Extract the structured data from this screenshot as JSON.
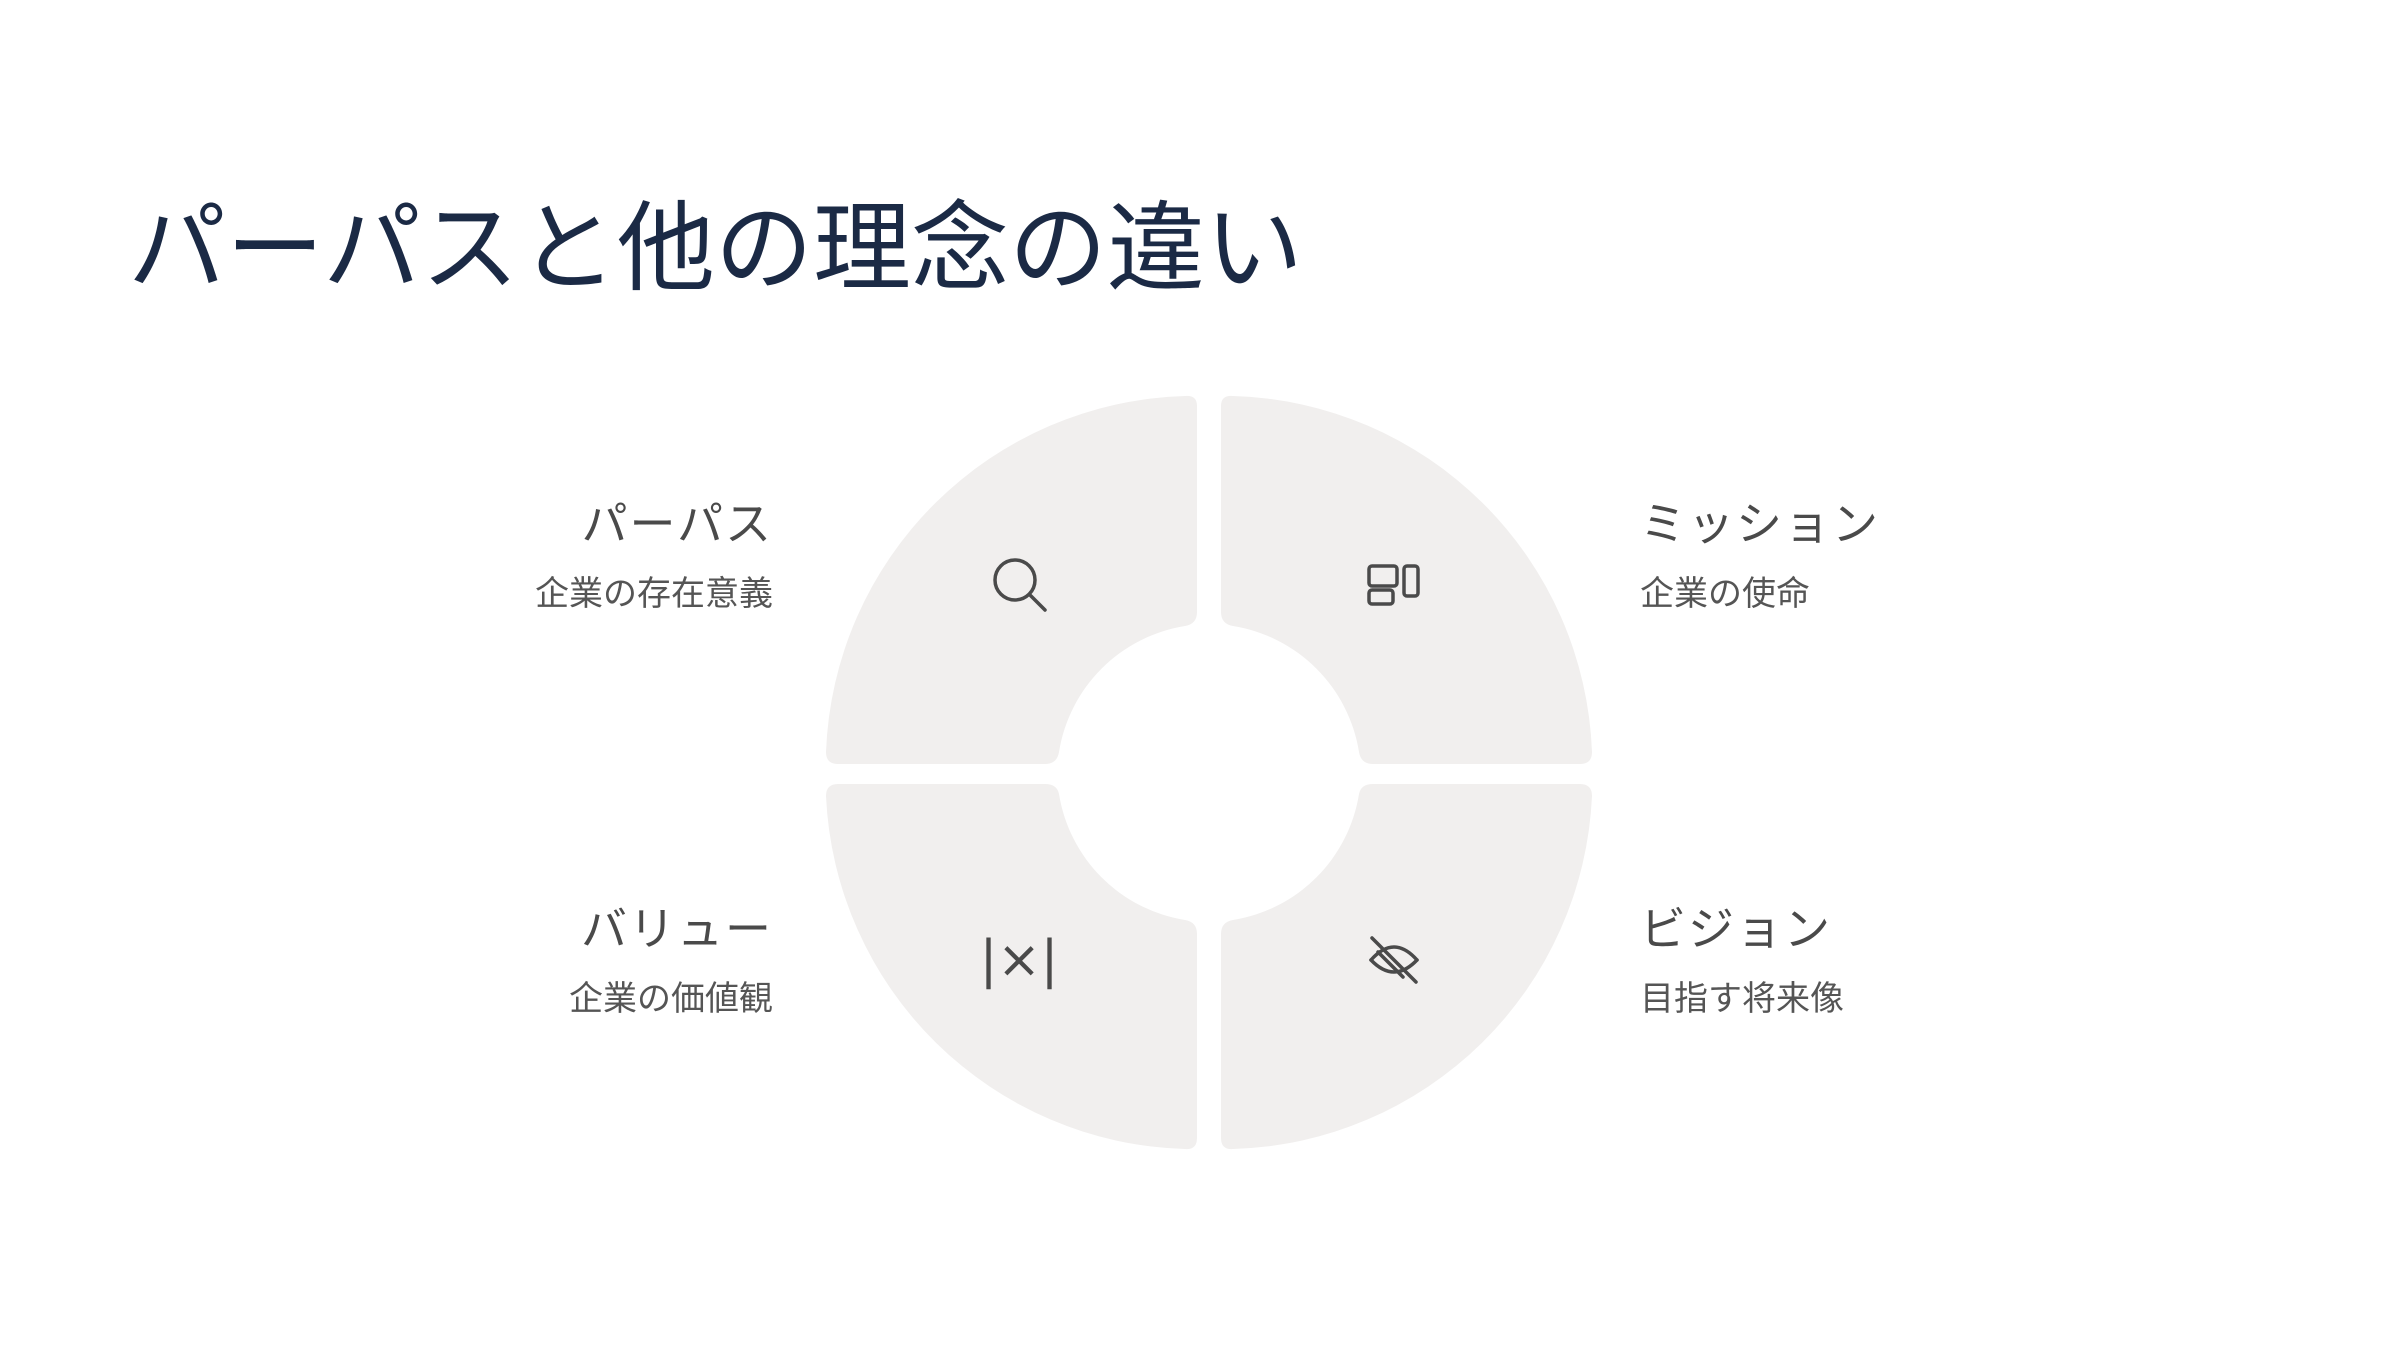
{
  "title": "パーパスと他の理念の違い",
  "quadrants": [
    {
      "id": "purpose",
      "title": "パーパス",
      "description": "企業の存在意義",
      "icon": "search-icon"
    },
    {
      "id": "mission",
      "title": "ミッション",
      "description": "企業の使命",
      "icon": "layout-blocks-icon"
    },
    {
      "id": "value",
      "title": "バリュー",
      "description": "企業の価値観",
      "icon": "abs-multiply-icon",
      "icon_text": "|×|"
    },
    {
      "id": "vision",
      "title": "ビジョン",
      "description": "目指す将来像",
      "icon": "eye-off-icon"
    }
  ],
  "colors": {
    "title": "#1b2a45",
    "segment_fill": "#f1efee",
    "label_text": "#4a4a4a",
    "icon_stroke": "#4a4a4a"
  }
}
